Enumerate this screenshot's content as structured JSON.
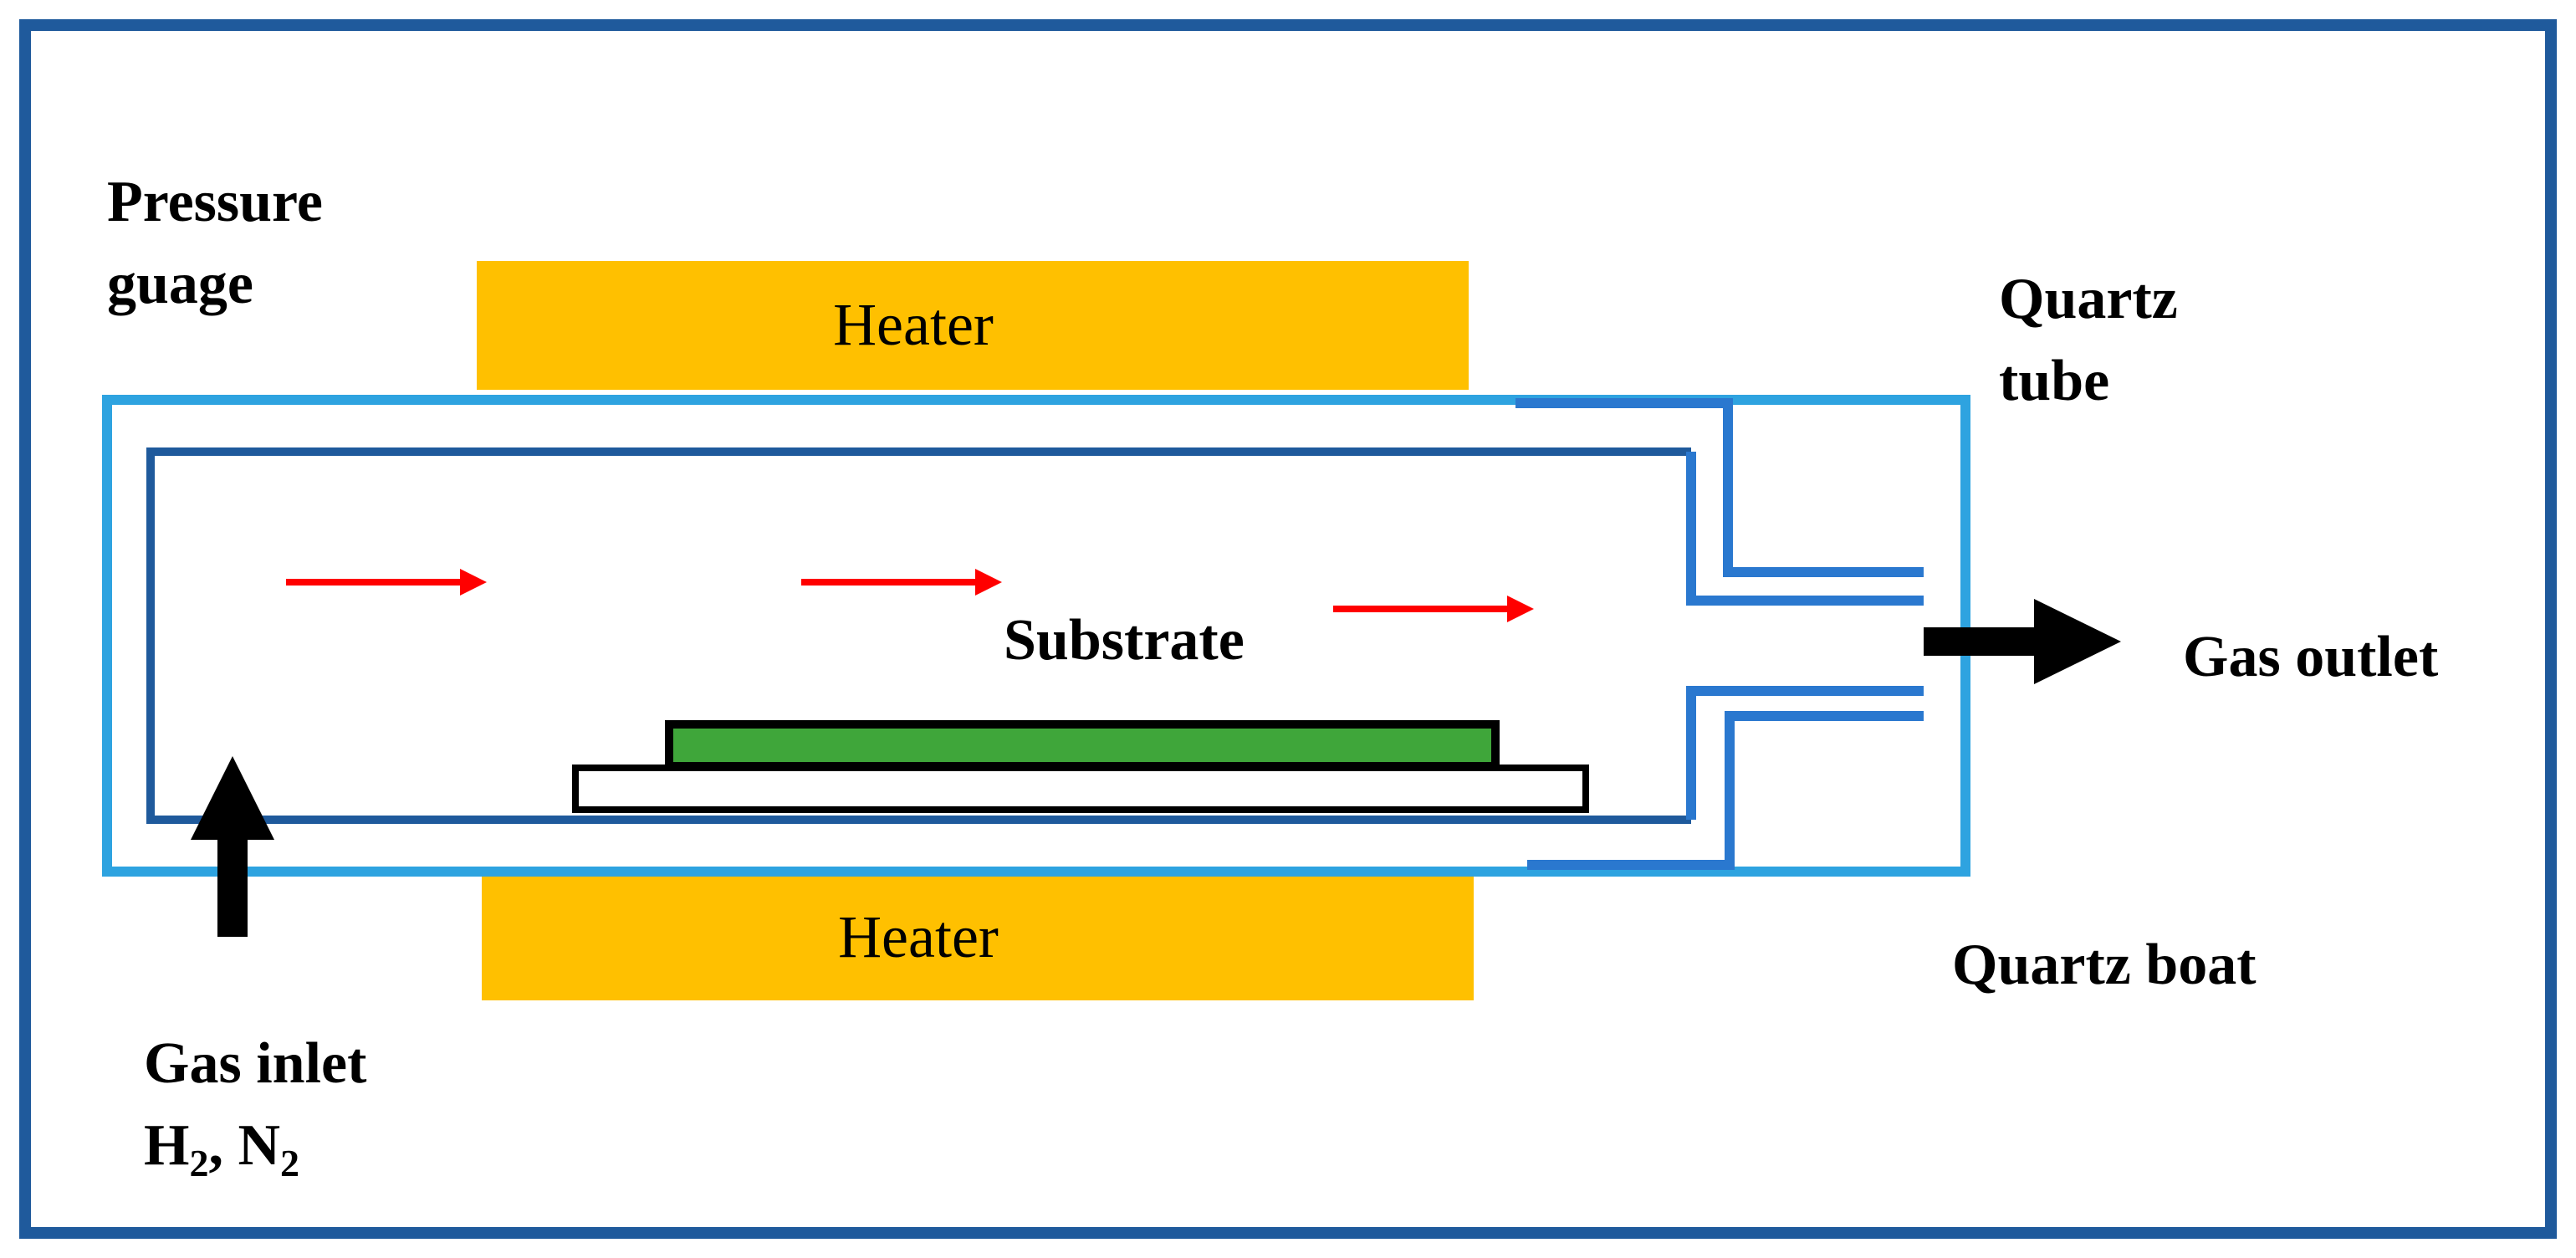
{
  "colors": {
    "frame": "#1f5a9c",
    "quartz_tube": "#2ea3e0",
    "inner_tube": "#1f5a9c",
    "outlet_pipe": "#2a78cf",
    "heater": "#ffc000",
    "substrate": "#3fa63a",
    "boat_fill": "#ffffff",
    "flow_arrow": "#ff0000",
    "gas_arrow": "#000000"
  },
  "labels": {
    "pressure_gauge_line1": "Pressure",
    "pressure_gauge_line2": "guage",
    "quartz_tube_line1": "Quartz",
    "quartz_tube_line2": "tube",
    "heater_top": "Heater",
    "heater_bottom": "Heater",
    "substrate": "Substrate",
    "gas_outlet": "Gas outlet",
    "quartz_boat": "Quartz boat",
    "gas_inlet": "Gas inlet",
    "gas_h": "H",
    "gas_h_sub": "2",
    "gas_sep": ", N",
    "gas_n_sub": "2"
  }
}
